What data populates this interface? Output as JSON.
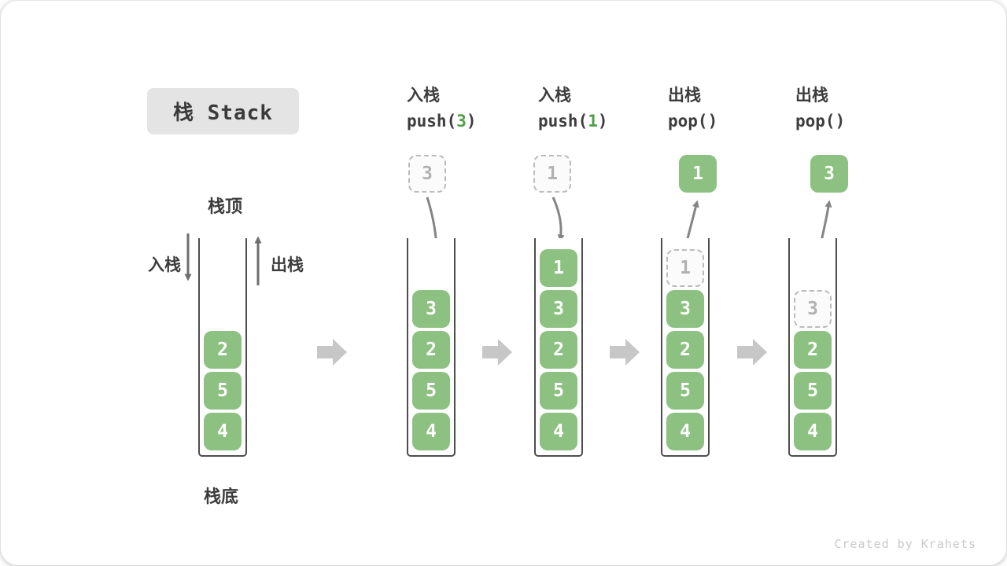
{
  "title": "栈 Stack",
  "annotations": {
    "stack_top": "栈顶",
    "stack_bottom": "栈底",
    "push_side": "入栈",
    "pop_side": "出栈"
  },
  "watermark": "Created by Krahets",
  "colors": {
    "cell_green": "#8dc182",
    "code_arg_green": "#4e9f45",
    "ghost_border": "#bbbbbb",
    "ghost_text": "#b2b2b2",
    "outline_dark": "#4d4d4d",
    "arrow_gray": "#858585",
    "block_arrow_gray": "#c7c7c7",
    "text_dark": "#3c3c3c",
    "title_bg": "#e4e4e4",
    "watermark_gray": "#c9c9c9"
  },
  "icons": {
    "push_arrow": "down-arrow-icon",
    "pop_arrow": "up-arrow-icon",
    "transition_arrow": "right-block-arrow-icon"
  },
  "stages": [
    {
      "id": "initial",
      "operation": null,
      "floating": null,
      "arrow": null,
      "cells": [
        {
          "value": "2",
          "ghost": false
        },
        {
          "value": "5",
          "ghost": false
        },
        {
          "value": "4",
          "ghost": false
        }
      ]
    },
    {
      "id": "push-3",
      "operation": {
        "line1": "入栈",
        "code_pre": "push(",
        "code_arg": "3",
        "code_post": ")"
      },
      "floating": {
        "value": "3",
        "variant": "ghost"
      },
      "arrow": "in",
      "cells": [
        {
          "value": "3",
          "ghost": false
        },
        {
          "value": "2",
          "ghost": false
        },
        {
          "value": "5",
          "ghost": false
        },
        {
          "value": "4",
          "ghost": false
        }
      ]
    },
    {
      "id": "push-1",
      "operation": {
        "line1": "入栈",
        "code_pre": "push(",
        "code_arg": "1",
        "code_post": ")"
      },
      "floating": {
        "value": "1",
        "variant": "ghost"
      },
      "arrow": "in",
      "cells": [
        {
          "value": "1",
          "ghost": false
        },
        {
          "value": "3",
          "ghost": false
        },
        {
          "value": "2",
          "ghost": false
        },
        {
          "value": "5",
          "ghost": false
        },
        {
          "value": "4",
          "ghost": false
        }
      ]
    },
    {
      "id": "pop-1",
      "operation": {
        "line1": "出栈",
        "code_pre": "pop()",
        "code_arg": "",
        "code_post": ""
      },
      "floating": {
        "value": "1",
        "variant": "solid"
      },
      "arrow": "out",
      "cells": [
        {
          "value": "1",
          "ghost": true
        },
        {
          "value": "3",
          "ghost": false
        },
        {
          "value": "2",
          "ghost": false
        },
        {
          "value": "5",
          "ghost": false
        },
        {
          "value": "4",
          "ghost": false
        }
      ]
    },
    {
      "id": "pop-3",
      "operation": {
        "line1": "出栈",
        "code_pre": "pop()",
        "code_arg": "",
        "code_post": ""
      },
      "floating": {
        "value": "3",
        "variant": "solid"
      },
      "arrow": "out",
      "cells": [
        {
          "value": "3",
          "ghost": true
        },
        {
          "value": "2",
          "ghost": false
        },
        {
          "value": "5",
          "ghost": false
        },
        {
          "value": "4",
          "ghost": false
        }
      ]
    }
  ]
}
